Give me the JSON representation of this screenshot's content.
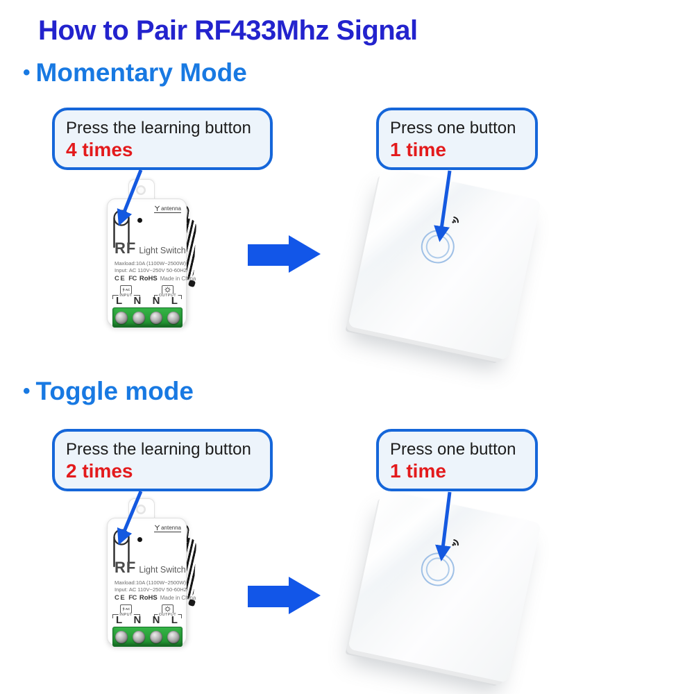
{
  "title": "How to Pair RF433Mhz Signal",
  "colors": {
    "title_blue": "#2323cd",
    "heading_blue": "#1879e2",
    "callout_border_blue": "#1566d9",
    "callout_bg": "#edf4fb",
    "emphasis_red": "#e31a1c",
    "arrow_blue": "#1256e8",
    "pointer_blue": "#1459e0",
    "terminal_green": "#27a037"
  },
  "icons": {
    "rf_signal": "wifi-arcs",
    "antenna": "antenna-y",
    "ac_input": "lightning-bolt",
    "lamp_output": "circled-star",
    "learning_button": "fork-button",
    "flow": "right-arrow"
  },
  "sections": [
    {
      "bullet": "•",
      "heading": "Momentary Mode",
      "receiver_callout": {
        "line1": "Press the learning button",
        "line2": "4 times"
      },
      "switch_callout": {
        "line1": "Press one button",
        "line2": "1 time"
      }
    },
    {
      "bullet": "•",
      "heading": "Toggle mode",
      "receiver_callout": {
        "line1": "Press the learning button",
        "line2": "2 times"
      },
      "switch_callout": {
        "line1": "Press one button",
        "line2": "1 time"
      }
    }
  ],
  "module": {
    "antenna_label": "antenna",
    "brand": "RF",
    "product": "Light Switch",
    "maxload": "Maxload:10A (1100W~2500W)",
    "input_spec": "Input: AC 110V~250V 50-60HZ",
    "cert_ce": "CE",
    "cert_fc": "FC",
    "cert_rohs": "RoHS",
    "made_in": "Made in China",
    "ac_label": "AC",
    "input_label": "INPUT",
    "output_label": "OUTPUT",
    "terminals": [
      "L",
      "N",
      "N",
      "L"
    ]
  }
}
